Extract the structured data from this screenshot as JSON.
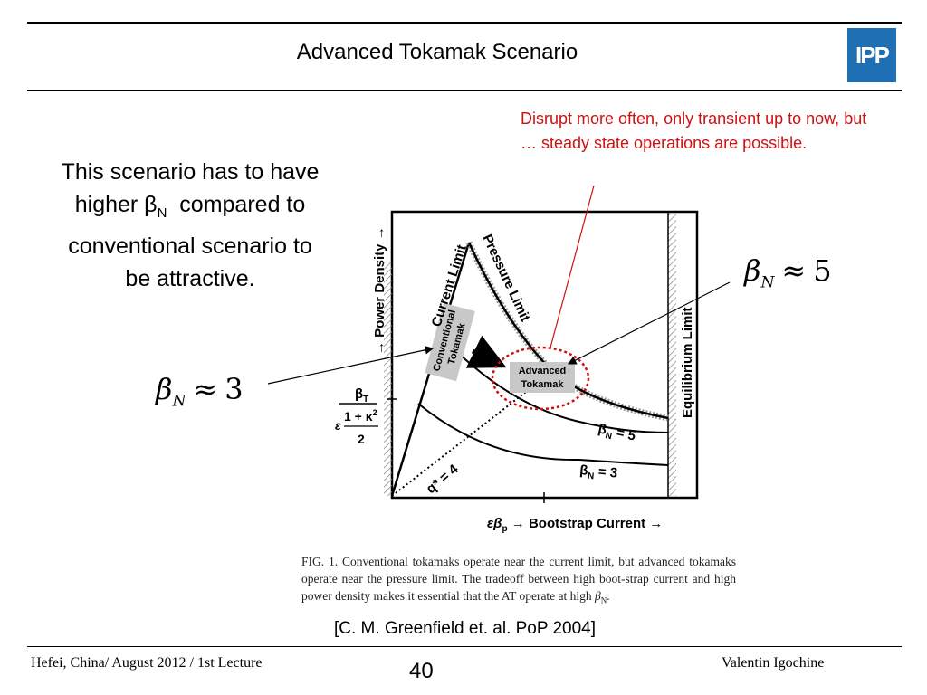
{
  "header": {
    "title": "Advanced Tokamak Scenario",
    "logo_text": "IPP"
  },
  "main_text": {
    "line1": "This scenario has to have",
    "line2_prefix": "higher β",
    "line2_sub": "N",
    "line2_suffix": "  compared to",
    "line3": "conventional scenario to",
    "line4": "be attractive."
  },
  "annotation": {
    "text": "Disrupt more often, only transient up to now, but … steady state operations are possible.",
    "color": "#cc1111"
  },
  "beta_high": {
    "symbol": "β",
    "sub": "N",
    "approx": "≈",
    "value": "5"
  },
  "beta_low": {
    "symbol": "β",
    "sub": "N",
    "approx": "≈",
    "value": "3"
  },
  "figure": {
    "y_axis_label": "→ Power Density →",
    "y_marker_num": "β",
    "y_marker_num_sub": "T",
    "y_marker_den1": "1 + κ",
    "y_marker_den1_sup": "2",
    "y_marker_eps": "ε",
    "y_marker_den2": "2",
    "x_axis_label": "εβ",
    "x_axis_label_sub": "p",
    "x_axis_label_tail": " → Bootstrap Current →",
    "current_limit": "Current Limit",
    "pressure_limit": "Pressure Limit",
    "equilibrium_limit": "Equilibrium Limit",
    "conventional_line1": "Conventional",
    "conventional_line2": "Tokamak",
    "advanced_line1": "Advanced",
    "advanced_line2": "Tokamak",
    "beta5_label": "β",
    "beta5_sub": "N",
    "beta5_tail": " = 5",
    "beta3_label": "β",
    "beta3_sub": "N",
    "beta3_tail": " = 3",
    "q_label": "q* = 4"
  },
  "caption": {
    "text": "FIG. 1.  Conventional tokamaks operate near the current limit, but advanced tokamaks operate near the pressure limit. The tradeoff between high boot-strap current and high power density makes it essential that the AT operate at high",
    "tail_symbol": "β",
    "tail_sub": "N",
    "tail_end": "."
  },
  "citation": "[C. M. Greenfield et. al. PoP 2004]",
  "footer": {
    "left": "Hefei, China/ August 2012 / 1st Lecture",
    "page": "40",
    "right": "Valentin Igochine"
  }
}
